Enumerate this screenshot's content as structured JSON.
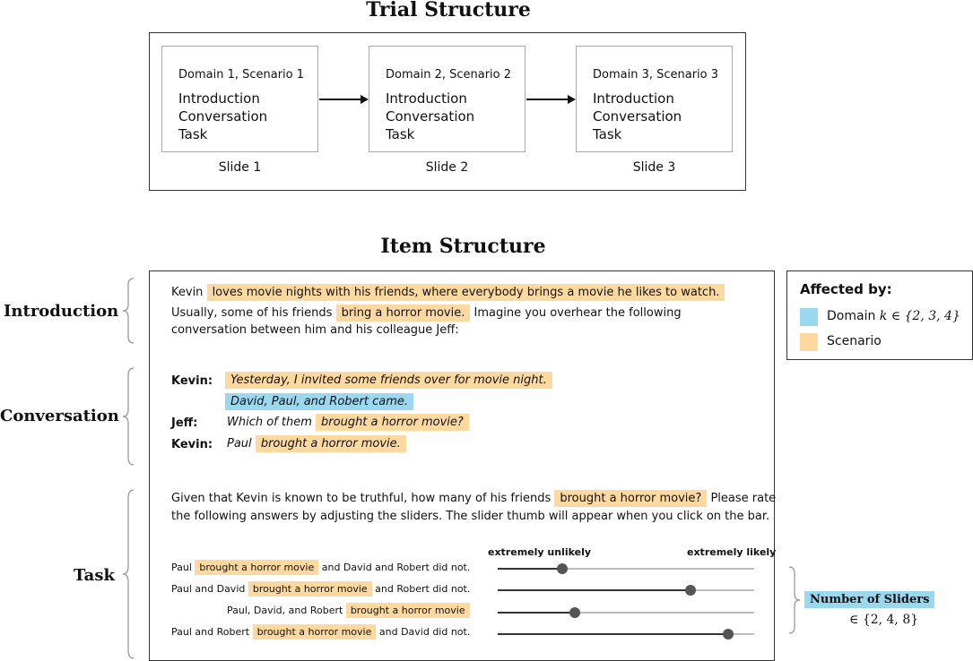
{
  "trial": {
    "title": "Trial Structure",
    "slides": [
      {
        "header": "Domain 1, Scenario 1",
        "lines": [
          "Introduction",
          "Conversation",
          "Task"
        ],
        "label": "Slide 1"
      },
      {
        "header": "Domain 2, Scenario 2",
        "lines": [
          "Introduction",
          "Conversation",
          "Task"
        ],
        "label": "Slide 2"
      },
      {
        "header": "Domain 3, Scenario 3",
        "lines": [
          "Introduction",
          "Conversation",
          "Task"
        ],
        "label": "Slide 3"
      }
    ]
  },
  "item": {
    "title": "Item Structure",
    "sections": {
      "introduction": "Introduction",
      "conversation": "Conversation",
      "task": "Task"
    },
    "intro": {
      "l1a": "Kevin",
      "l1b": "loves movie nights with his friends, where everybody brings a movie he likes to watch.",
      "l2a": "Usually, some of his friends",
      "l2b": "bring a horror movie.",
      "l2c": "Imagine you overhear the following",
      "l3": "conversation between him and his colleague Jeff:"
    },
    "conversation": {
      "s1": "Kevin:",
      "u1a": "Yesterday, I invited some friends over for movie night.",
      "u1b": "David, Paul, and Robert came.",
      "s2": "Jeff:",
      "u2a": "Which of them",
      "u2b": "brought a horror movie?",
      "s3": "Kevin:",
      "u3a": "Paul",
      "u3b": "brought a horror movie."
    },
    "task": {
      "q1a": "Given that Kevin is known to be truthful, how many of his friends",
      "q1b": "brought a horror movie?",
      "q1c": "Please rate",
      "q2": "the following answers by adjusting the sliders.  The slider thumb will appear when you click on the bar.",
      "slider_left": "extremely unlikely",
      "slider_right": "extremely likely",
      "answers": [
        {
          "pre": "Paul",
          "hl": "brought a horror movie",
          "post": "and David and Robert did not.",
          "value": 0.25
        },
        {
          "pre": "Paul and David",
          "hl": "brought a horror movie",
          "post": "and Robert did not.",
          "value": 0.75
        },
        {
          "pre": "Paul, David, and Robert",
          "hl": "brought a horror movie",
          "post": "",
          "value": 0.3
        },
        {
          "pre": "Paul and Robert",
          "hl": "brought a horror movie",
          "post": "and David did not.",
          "value": 0.9
        }
      ]
    }
  },
  "legend": {
    "title": "Affected by:",
    "domain_label": "Domain",
    "domain_set": "k ∈ {2, 3, 4}",
    "scenario_label": "Scenario"
  },
  "sliders_note": {
    "label": "Number of Sliders",
    "set": "∈ {2, 4, 8}"
  },
  "colors": {
    "scenario": "#fdd9a0",
    "domain": "#9ad8f0"
  }
}
